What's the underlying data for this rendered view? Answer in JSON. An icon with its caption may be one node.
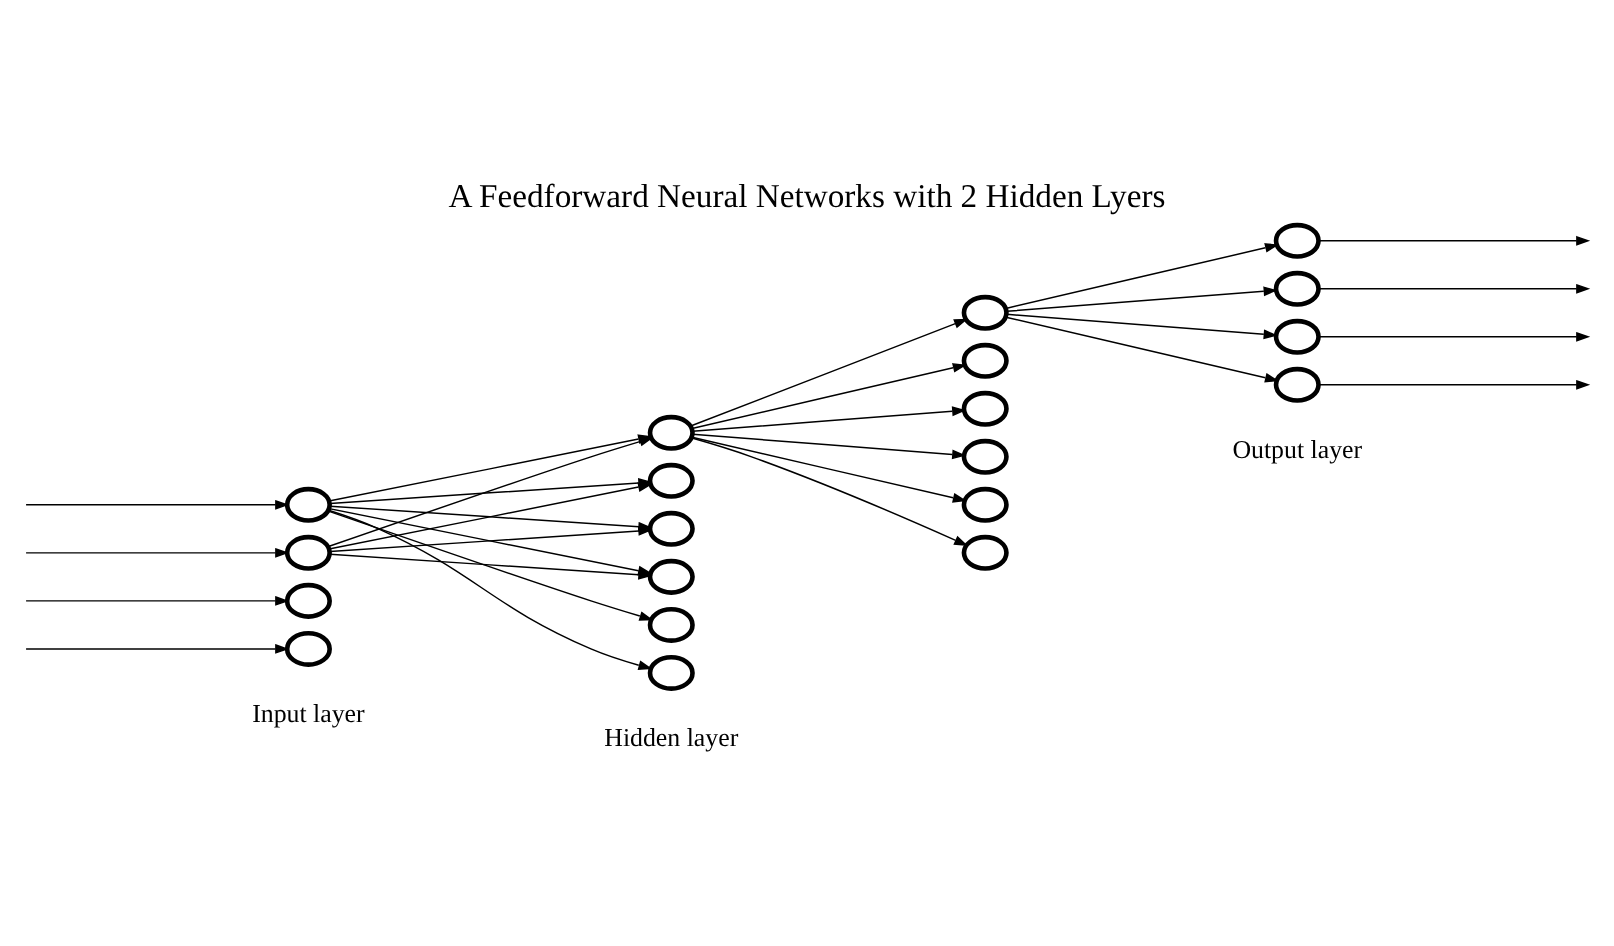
{
  "diagram": {
    "title": "A Feedforward Neural Networks with 2 Hidden Lyers",
    "nodes": [
      {
        "text": [],
        "shape": "circle"
      },
      {
        "text": [],
        "shape": "circle"
      },
      {
        "text": [],
        "shape": "circle"
      },
      {
        "text": [],
        "shape": "circle"
      },
      {
        "text": [],
        "shape": "circle"
      },
      {
        "text": [],
        "shape": "circle"
      },
      {
        "text": [],
        "shape": "circle"
      },
      {
        "text": [],
        "shape": "circle"
      },
      {
        "text": [],
        "shape": "circle"
      },
      {
        "text": [],
        "shape": "circle"
      },
      {
        "text": [],
        "shape": "circle"
      },
      {
        "text": [],
        "shape": "circle"
      },
      {
        "text": [],
        "shape": "circle"
      },
      {
        "text": [],
        "shape": "circle"
      },
      {
        "text": [],
        "shape": "circle"
      },
      {
        "text": [],
        "shape": "circle"
      },
      {
        "text": [],
        "shape": "circle"
      },
      {
        "text": [],
        "shape": "circle"
      },
      {
        "text": [],
        "shape": "circle"
      },
      {
        "text": [],
        "shape": "circle"
      }
    ],
    "edges": [
      {
        "from": null,
        "to": 0,
        "arrow": "to"
      },
      {
        "from": null,
        "to": 1,
        "arrow": "to"
      },
      {
        "from": null,
        "to": 2,
        "arrow": "to"
      },
      {
        "from": null,
        "to": 3,
        "arrow": "to"
      },
      {
        "from": 0,
        "to": 4,
        "arrow": "to"
      },
      {
        "from": 0,
        "to": 5,
        "arrow": "to"
      },
      {
        "from": 0,
        "to": 6,
        "arrow": "to"
      },
      {
        "from": 0,
        "to": 7,
        "arrow": "to"
      },
      {
        "from": 0,
        "to": 8,
        "arrow": "to"
      },
      {
        "from": 0,
        "to": 9,
        "arrow": "to"
      },
      {
        "from": 1,
        "to": 4,
        "arrow": "to"
      },
      {
        "from": 1,
        "to": 5,
        "arrow": "to"
      },
      {
        "from": 1,
        "to": 6,
        "arrow": "to"
      },
      {
        "from": 1,
        "to": 7,
        "arrow": "to"
      },
      {
        "from": 4,
        "to": 10,
        "arrow": "to"
      },
      {
        "from": 4,
        "to": 11,
        "arrow": "to"
      },
      {
        "from": 4,
        "to": 12,
        "arrow": "to"
      },
      {
        "from": 4,
        "to": 13,
        "arrow": "to"
      },
      {
        "from": 4,
        "to": 14,
        "arrow": "to"
      },
      {
        "from": 4,
        "to": 15,
        "arrow": "to"
      },
      {
        "from": 10,
        "to": 16,
        "arrow": "to"
      },
      {
        "from": 10,
        "to": 17,
        "arrow": "to"
      },
      {
        "from": 10,
        "to": 18,
        "arrow": "to"
      },
      {
        "from": 10,
        "to": 19,
        "arrow": "to"
      },
      {
        "from": 16,
        "to": null,
        "arrow": "to"
      },
      {
        "from": 17,
        "to": null,
        "arrow": "to"
      },
      {
        "from": 18,
        "to": null,
        "arrow": "to"
      },
      {
        "from": 19,
        "to": null,
        "arrow": "to"
      }
    ],
    "labels": [
      "Input layer",
      "Hidden layer",
      "Output layer"
    ]
  }
}
